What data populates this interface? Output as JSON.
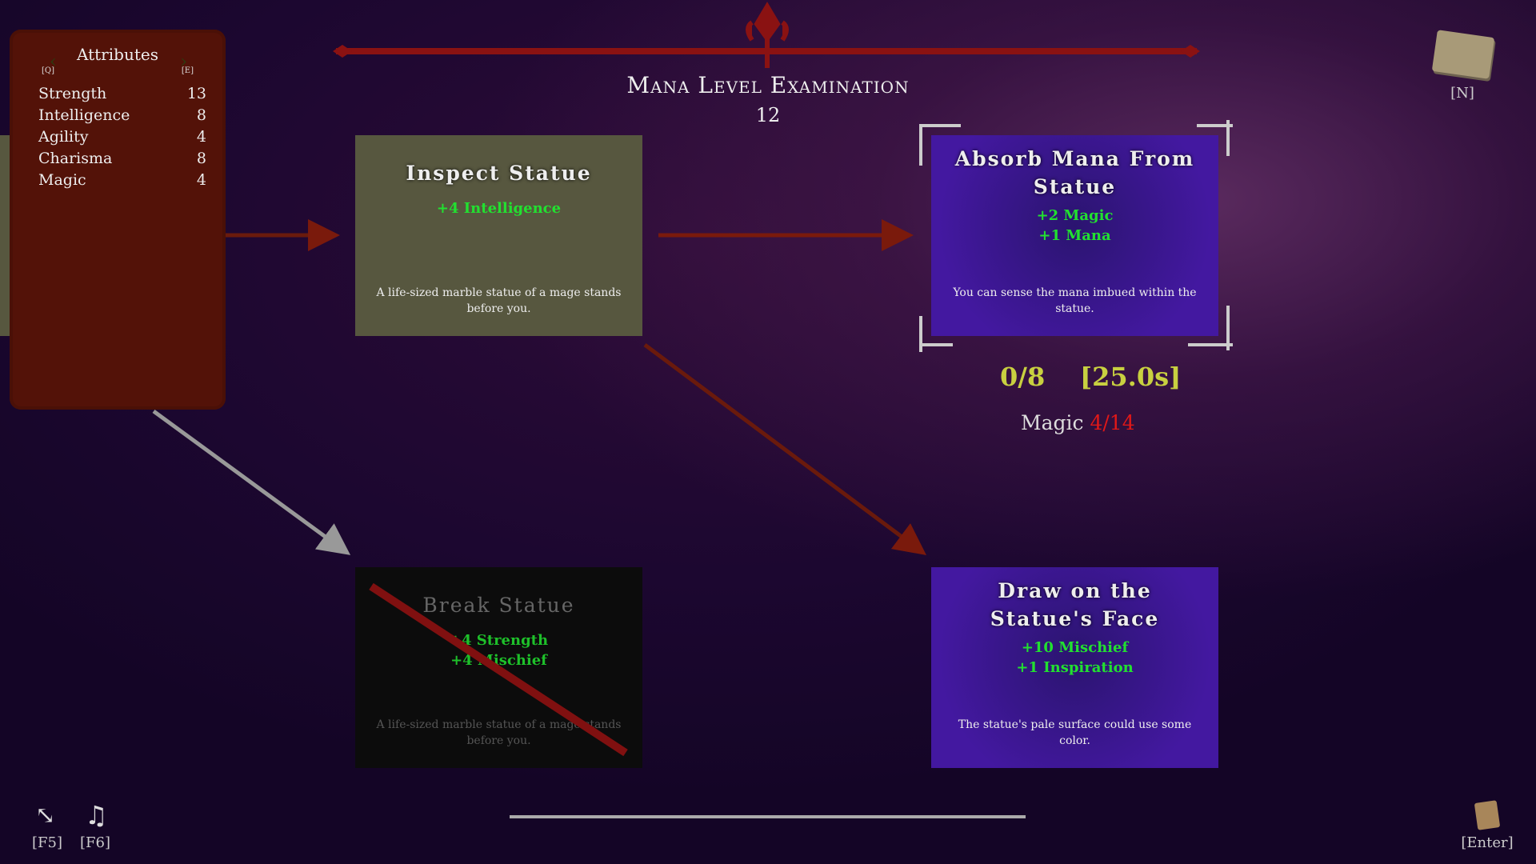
{
  "header": {
    "title": "Mana Level Examination",
    "level": "12"
  },
  "attributes": {
    "title": "Attributes",
    "prev_key": "[Q]",
    "next_key": "[E]",
    "items": [
      {
        "name": "Strength",
        "value": "13"
      },
      {
        "name": "Intelligence",
        "value": "8"
      },
      {
        "name": "Agility",
        "value": "4"
      },
      {
        "name": "Charisma",
        "value": "8"
      },
      {
        "name": "Magic",
        "value": "4"
      }
    ]
  },
  "cards": {
    "inspect": {
      "title": "Inspect Statue",
      "effects": [
        "+4 Intelligence"
      ],
      "desc": "A life-sized marble statue of a mage stands before you."
    },
    "absorb": {
      "title": "Absorb Mana From Statue",
      "effects": [
        "+2 Magic",
        "+1 Mana"
      ],
      "desc": "You can sense the mana imbued within the statue."
    },
    "break": {
      "title": "Break Statue",
      "effects": [
        "+4 Strength",
        "+4 Mischief"
      ],
      "desc": "A life-sized marble statue of a mage stands before you.",
      "disabled": true
    },
    "draw": {
      "title": "Draw on the Statue's Face",
      "effects": [
        "+10 Mischief",
        "+1 Inspiration"
      ],
      "desc": "The statue's pale surface could use some color."
    }
  },
  "selection": {
    "progress": "0/8",
    "timer": "[25.0s]",
    "req_label": "Magic",
    "req_value": "4/14"
  },
  "hud": {
    "journal_key": "[N]",
    "fullscreen_key": "[F5]",
    "music_key": "[F6]",
    "confirm_key": "[Enter]"
  },
  "colors": {
    "effect": "#22e030",
    "card_purple": "#4318a0",
    "card_olive": "#57573f",
    "panel": "#531208",
    "requirement_fail": "#e01818",
    "progress": "#c8d040"
  }
}
